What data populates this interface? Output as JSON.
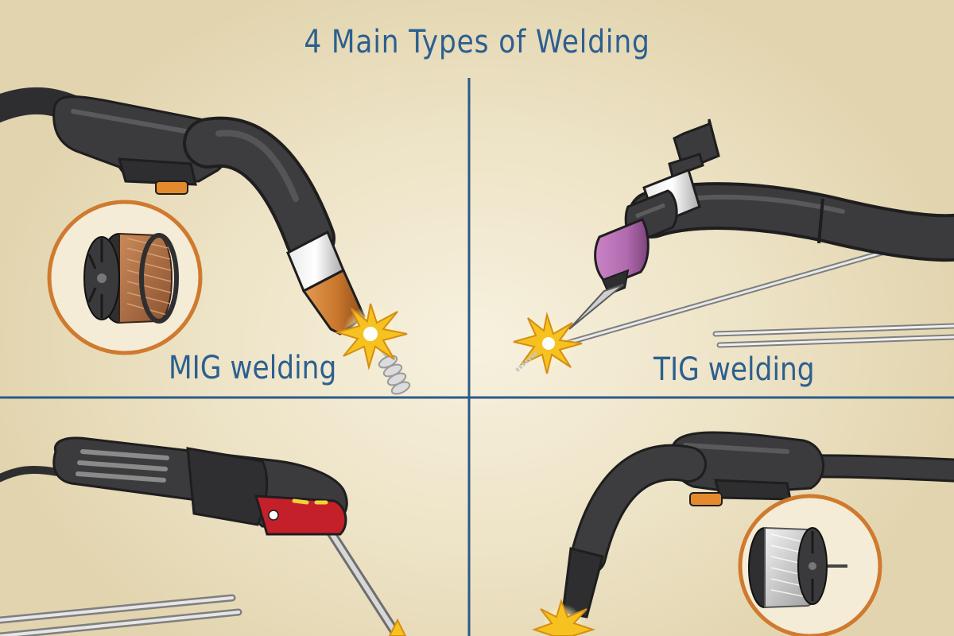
{
  "title": "4 Main Types of Welding",
  "panels": [
    {
      "id": "mig",
      "caption": "MIG welding"
    },
    {
      "id": "tig",
      "caption": "TIG welding"
    },
    {
      "id": "stick",
      "caption": ""
    },
    {
      "id": "flux-cored",
      "caption": ""
    }
  ],
  "colors": {
    "text": "#2c5f8f",
    "divider": "#2b5a86",
    "background": "#efe6cc",
    "torch_body": "#3b3b3d",
    "highlight_orange": "#cf7a2e",
    "tig_cup": "#b56ab3",
    "stick_holder_red": "#c4202a",
    "spark": "#f6c21f"
  },
  "icons": [
    "mig-torch-icon",
    "copper-wire-spool-icon",
    "tig-torch-icon",
    "filler-rod-icon",
    "stick-electrode-holder-icon",
    "electrode-rod-icon",
    "flux-cored-torch-icon",
    "silver-wire-spool-icon",
    "spark-icon"
  ]
}
